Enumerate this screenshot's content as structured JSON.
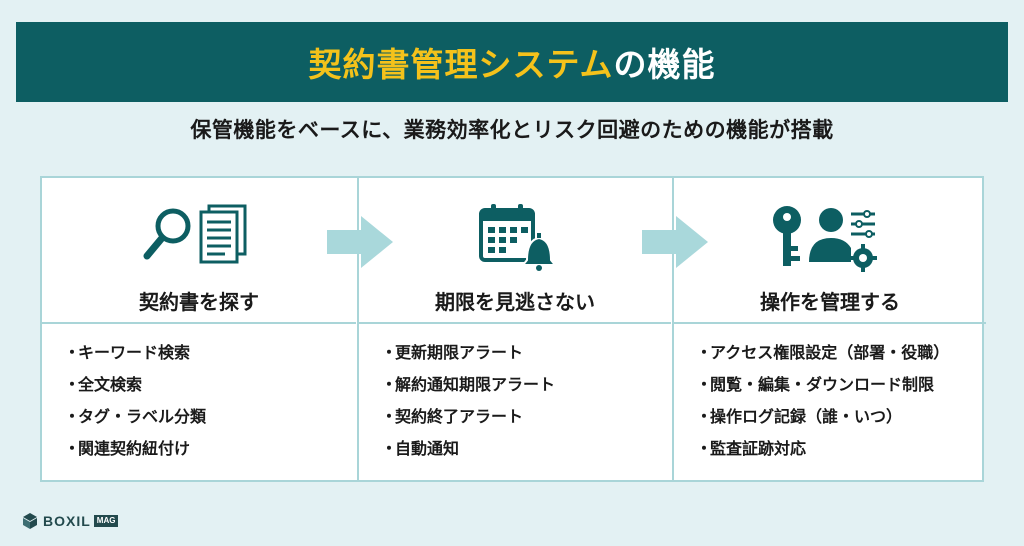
{
  "banner": {
    "title_highlight": "契約書管理システム",
    "title_rest": "の機能"
  },
  "subtitle": "保管機能をベースに、業務効率化とリスク回避のための機能が搭載",
  "columns": [
    {
      "heading": "契約書を探す",
      "icon": "search-documents-icon",
      "items": [
        "キーワード検索",
        "全文検索",
        "タグ・ラベル分類",
        "関連契約紐付け"
      ]
    },
    {
      "heading": "期限を見逃さない",
      "icon": "calendar-bell-icon",
      "items": [
        "更新期限アラート",
        "解約通知期限アラート",
        "契約終了アラート",
        "自動通知"
      ]
    },
    {
      "heading": "操作を管理する",
      "icon": "key-user-settings-icon",
      "items": [
        "アクセス権限設定（部署・役職）",
        "閲覧・編集・ダウンロード制限",
        "操作ログ記録（誰・いつ）",
        "監査証跡対応"
      ]
    }
  ],
  "bullet": "・",
  "logo": {
    "word": "BOXIL",
    "badge": "MAG"
  },
  "colors": {
    "banner": "#0d5e62",
    "highlight": "#f4c21b",
    "icon": "#0d5e62",
    "arrow": "#a9d8db",
    "background": "#e3f1f3"
  }
}
